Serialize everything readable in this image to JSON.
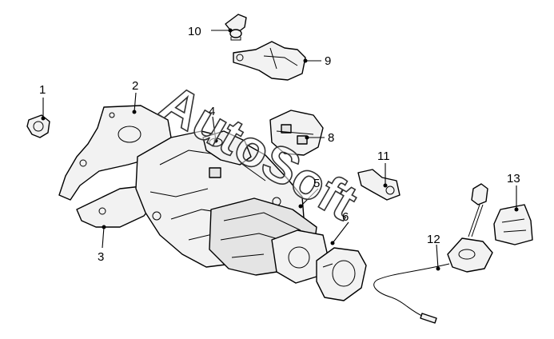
{
  "watermark": "AutoSoft",
  "callouts": [
    {
      "id": "1",
      "label": "1"
    },
    {
      "id": "2",
      "label": "2"
    },
    {
      "id": "3",
      "label": "3"
    },
    {
      "id": "4",
      "label": "4"
    },
    {
      "id": "5",
      "label": "5"
    },
    {
      "id": "6",
      "label": "6"
    },
    {
      "id": "8",
      "label": "8"
    },
    {
      "id": "9",
      "label": "9"
    },
    {
      "id": "10",
      "label": "10"
    },
    {
      "id": "11",
      "label": "11"
    },
    {
      "id": "12",
      "label": "12"
    },
    {
      "id": "13",
      "label": "13"
    }
  ]
}
